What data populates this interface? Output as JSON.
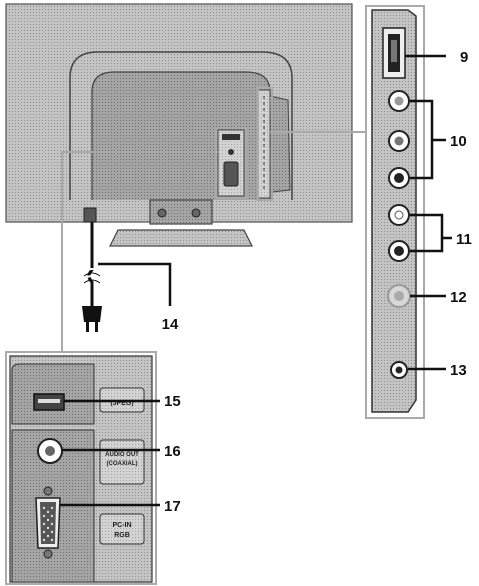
{
  "callouts": {
    "c9": "9",
    "c10": "10",
    "c11": "11",
    "c12": "12",
    "c13": "13",
    "c14": "14",
    "c15": "15",
    "c16": "16",
    "c17": "17"
  },
  "panel_labels": {
    "jpeg": "(JPEG)",
    "audio_out_line1": "AUDIO OUT",
    "audio_out_line2": "(COAXIAL)",
    "pcin_line1": "PC-IN",
    "pcin_line2": "RGB"
  }
}
